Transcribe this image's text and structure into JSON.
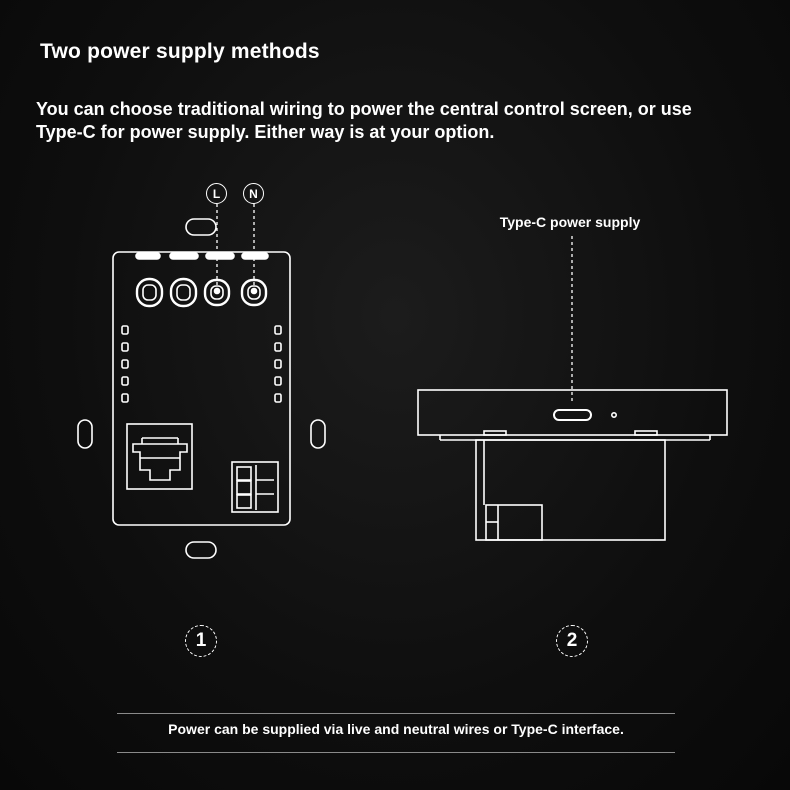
{
  "heading": "Two power supply methods",
  "description": "You can choose traditional wiring to power the central control screen, or use Type-C for power supply. Either way is at your option.",
  "terminals": {
    "live": "L",
    "neutral": "N"
  },
  "typec_callout": "Type-C power supply",
  "method_markers": {
    "first": "1",
    "second": "2"
  },
  "footer_note": "Power can be supplied via live and neutral wires or Type-C interface.",
  "colors": {
    "background": "#0d0d0d",
    "line": "#ffffff",
    "rule": "#8a8a8a"
  }
}
